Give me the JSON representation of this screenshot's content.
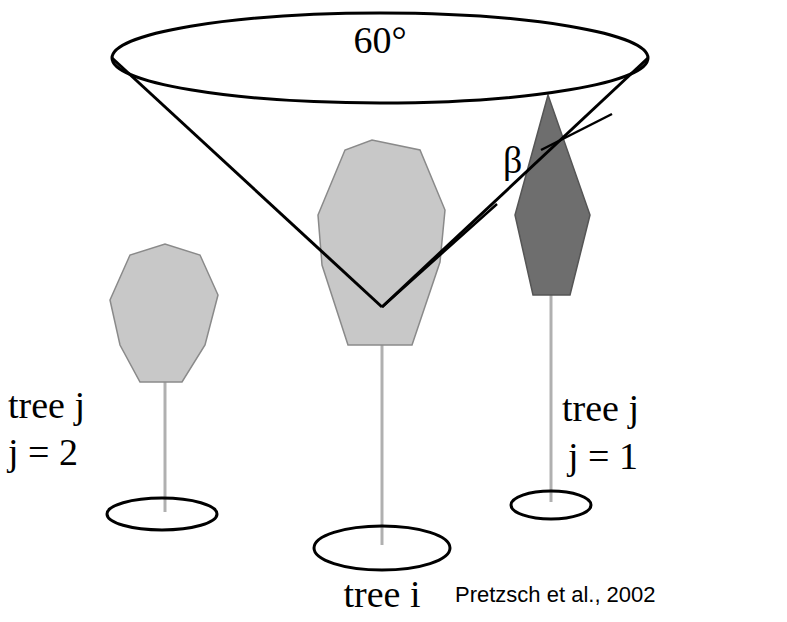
{
  "diagram": {
    "caption": "Pretzsch et al., 2002",
    "labels": [
      "60°",
      "β",
      "tree j",
      "j = 2",
      "tree j",
      "j = 1",
      "tree i"
    ]
  }
}
